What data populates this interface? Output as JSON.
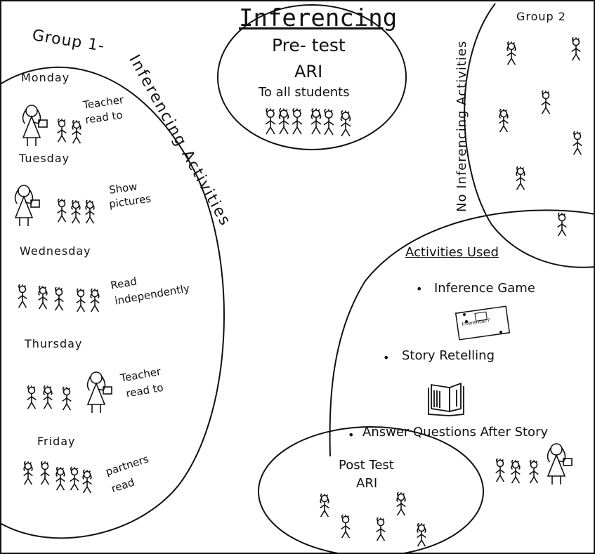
{
  "top_circle": {
    "title": "Inferencing",
    "subtitle": "Pre- test",
    "assessment": "ARI",
    "audience": "To all students"
  },
  "group1": {
    "heading": "Group 1-",
    "label": "Inferencing Activities",
    "days": [
      {
        "day": "Monday",
        "activity": [
          "Teacher",
          "read to"
        ]
      },
      {
        "day": "Tuesday",
        "activity": [
          "Show",
          "pictures"
        ]
      },
      {
        "day": "Wednesday",
        "activity": [
          "Read",
          "independently"
        ]
      },
      {
        "day": "Thursday",
        "activity": [
          "Teacher",
          "read to"
        ]
      },
      {
        "day": "Friday",
        "activity": [
          "partners",
          "read"
        ]
      }
    ]
  },
  "group2": {
    "heading": "Group 2",
    "label": "No Inferencing Activities"
  },
  "activities": {
    "heading": "Activities Used",
    "items": [
      "Inference Game",
      "Story Retelling",
      "Answer Questions After Story"
    ],
    "card_text": "Inference??"
  },
  "post": {
    "title": "Post Test",
    "assessment": "ARI"
  },
  "colors": {
    "ink": "#111111",
    "background": "#ffffff"
  }
}
